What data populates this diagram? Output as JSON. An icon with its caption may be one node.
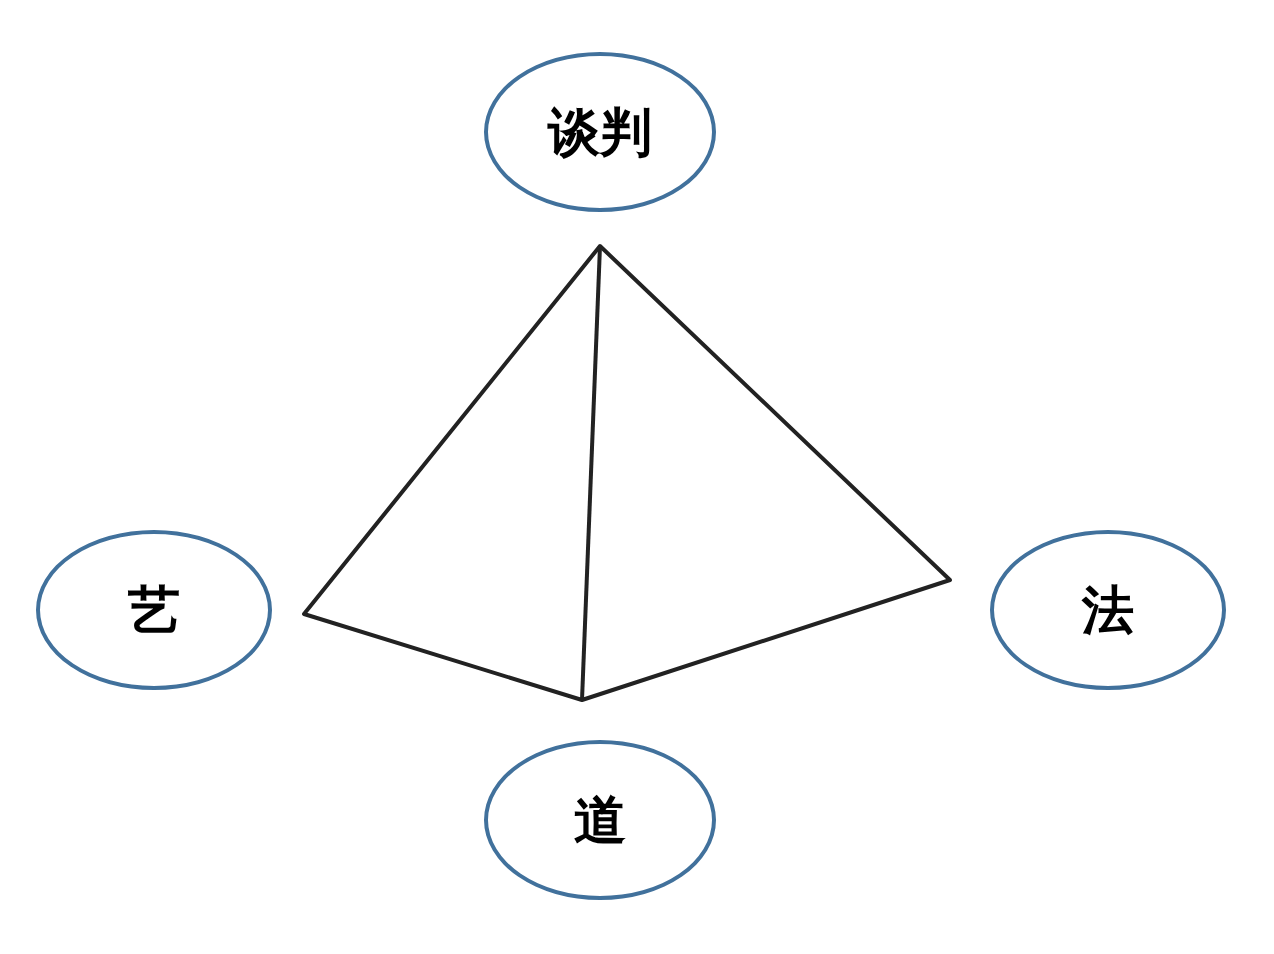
{
  "diagram": {
    "nodes": [
      {
        "text": [
          "谈判"
        ]
      },
      {
        "text": [
          "艺"
        ]
      },
      {
        "text": [
          "法"
        ]
      },
      {
        "text": [
          "道"
        ]
      }
    ]
  }
}
